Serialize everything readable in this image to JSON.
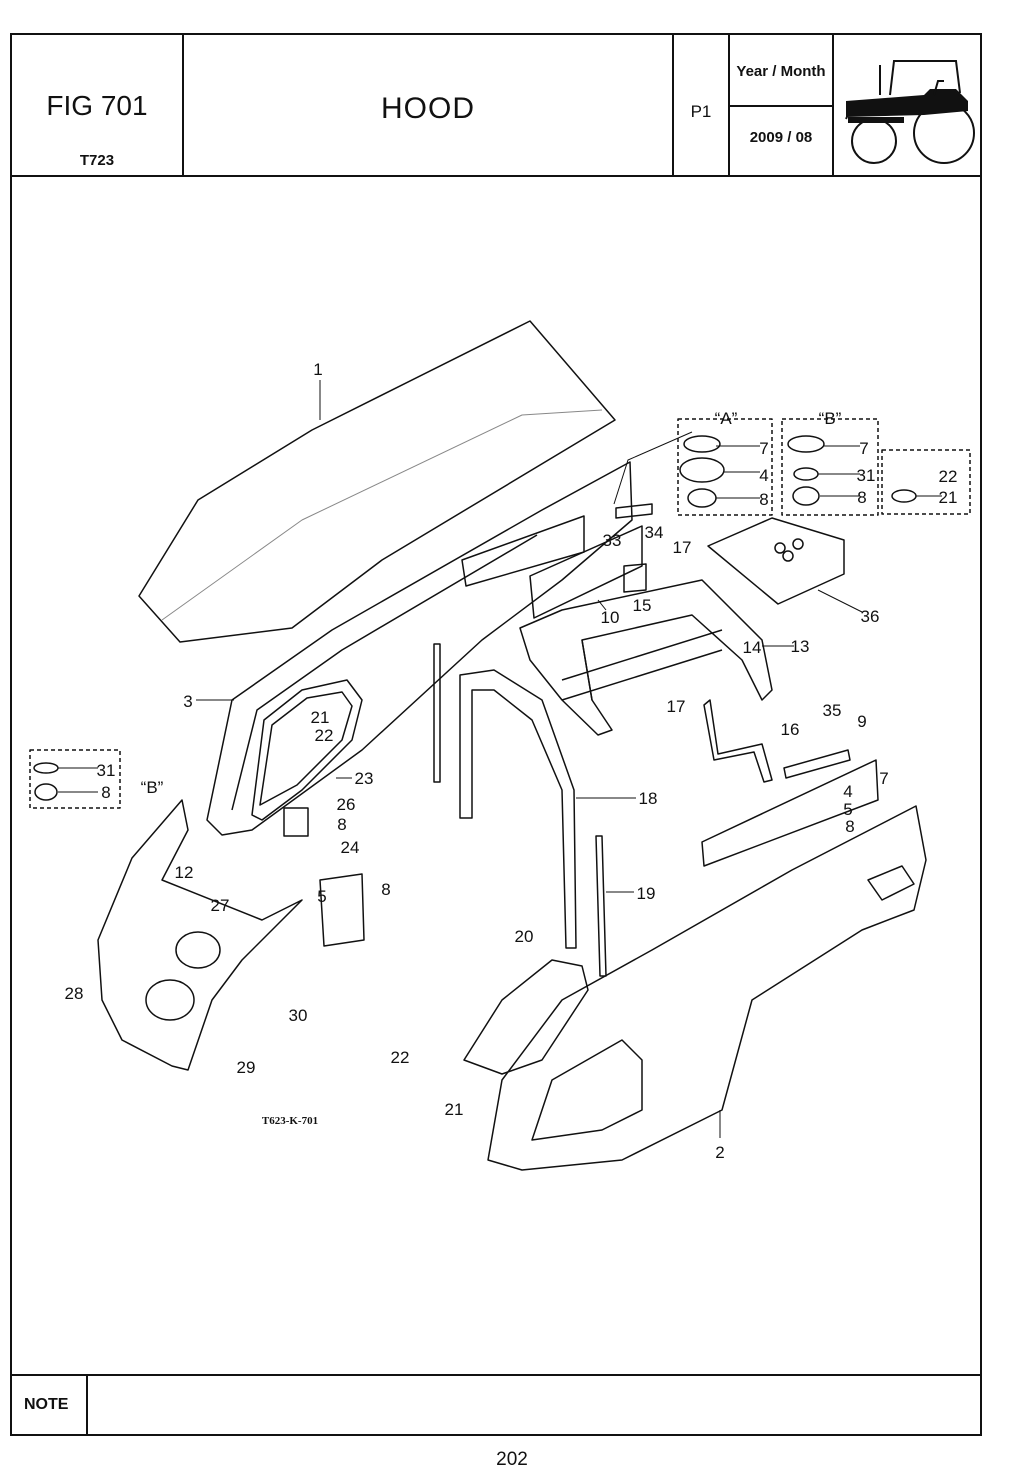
{
  "header": {
    "fig_label": "FIG 701",
    "model": "T723",
    "title": "HOOD",
    "page_code": "P1",
    "year_month_label": "Year / Month",
    "year_month_value": "2009 / 08"
  },
  "diagram": {
    "drawing_code": "T623-K-701",
    "detail_a_label": "“A”",
    "detail_b_label": "“B”",
    "detail_b_ref": "“B”",
    "callouts": {
      "c1": "1",
      "c2": "2",
      "c3": "3",
      "c4a": "4",
      "c4b": "4",
      "c5a": "5",
      "c5b": "5",
      "c7a": "7",
      "c7b": "7",
      "c7c": "7",
      "c8a": "8",
      "c8b": "8",
      "c8c": "8",
      "c8d": "8",
      "c8e": "8",
      "c8f": "8",
      "c9": "9",
      "c10": "10",
      "c12": "12",
      "c13": "13",
      "c14": "14",
      "c15": "15",
      "c16": "16",
      "c17a": "17",
      "c17b": "17",
      "c18": "18",
      "c19": "19",
      "c20": "20",
      "c21a": "21",
      "c21b": "21",
      "c21c": "21",
      "c22a": "22",
      "c22b": "22",
      "c22c": "22",
      "c23": "23",
      "c24": "24",
      "c26": "26",
      "c27": "27",
      "c28": "28",
      "c29": "29",
      "c30": "30",
      "c31a": "31",
      "c31b": "31",
      "c33": "33",
      "c34": "34",
      "c35": "35",
      "c36": "36"
    }
  },
  "note_label": "NOTE",
  "page_number": "202"
}
